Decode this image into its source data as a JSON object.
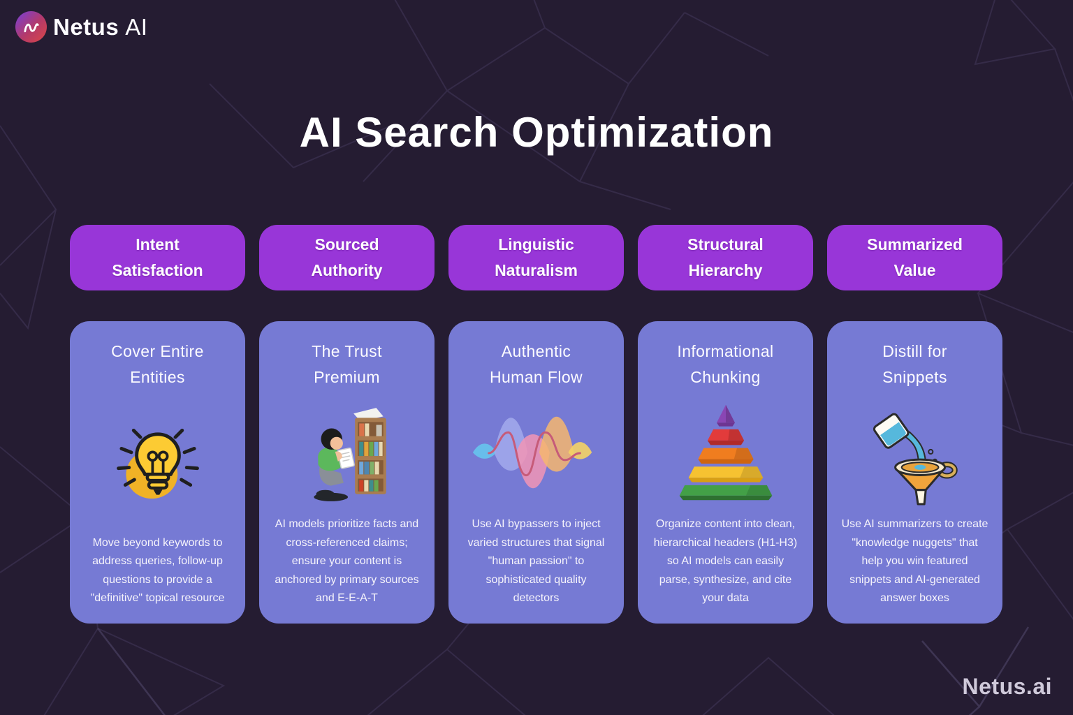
{
  "brand": {
    "name_primary": "Netus",
    "name_secondary": "AI",
    "logo_icon": "netus-logo-icon"
  },
  "title": "AI Search Optimization",
  "footer": {
    "text": "Netus.ai"
  },
  "colors": {
    "background": "#251c32",
    "pill": "#9836d8",
    "card": "#767ad4",
    "mesh_line": "#4a3f63"
  },
  "columns": [
    {
      "header_line1": "Intent",
      "header_line2": "Satisfaction",
      "card_title_line1": "Cover Entire",
      "card_title_line2": "Entities",
      "icon": "lightbulb-icon",
      "body": "Move beyond keywords to address queries, follow-up questions to provide a \"definitive\" topical resource"
    },
    {
      "header_line1": "Sourced",
      "header_line2": "Authority",
      "card_title_line1": "The Trust",
      "card_title_line2": "Premium",
      "icon": "person-reading-bookshelf-icon",
      "body": "AI models prioritize facts and cross-referenced claims; ensure your content is anchored by primary sources and E-E-A-T"
    },
    {
      "header_line1": "Linguistic",
      "header_line2": "Naturalism",
      "card_title_line1": "Authentic",
      "card_title_line2": "Human Flow",
      "icon": "waveform-icon",
      "body": "Use AI bypassers to inject varied structures that signal \"human passion\" to sophisticated quality detectors"
    },
    {
      "header_line1": "Structural",
      "header_line2": "Hierarchy",
      "card_title_line1": "Informational",
      "card_title_line2": "Chunking",
      "icon": "pyramid-icon",
      "body": "Organize content into clean, hierarchical headers (H1-H3) so AI models can easily parse, synthesize, and cite your data"
    },
    {
      "header_line1": "Summarized",
      "header_line2": "Value",
      "card_title_line1": "Distill for",
      "card_title_line2": "Snippets",
      "icon": "funnel-pouring-icon",
      "body": "Use AI summarizers to create \"knowledge nuggets\" that help you win featured snippets and AI-generated answer boxes"
    }
  ]
}
